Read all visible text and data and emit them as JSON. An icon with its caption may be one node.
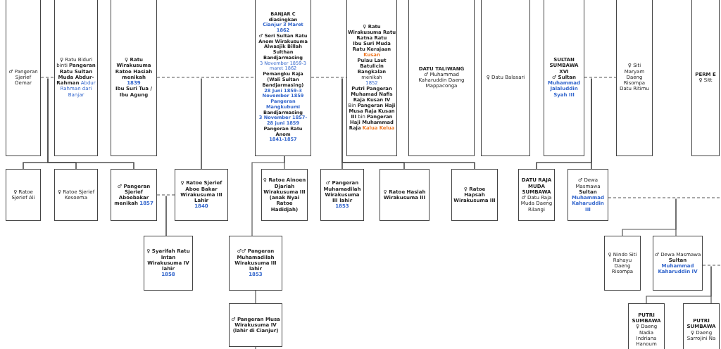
{
  "diagram": {
    "nodes": [
      {
        "text": [
          "♂ Pangeran Sjerief Oemar"
        ]
      },
      {
        "text": [
          "♀ Ratu Biduri binti",
          "Pangeran Ratu Sultan Muda Abdur-Rahman",
          "Abdur Rahman dari Banjar"
        ]
      },
      {
        "text": [
          "♀ Ratu Wirakusuma Ratoe Hasiah menikah",
          "1839",
          "Ibu Suri Tua / Ibu Agung"
        ]
      },
      {
        "text": [
          "BANJAR C diasingkan",
          "Cianjur 3 Maret 1862",
          "♂ Seri Sultan Ratu Anom Wirakusuma Alwasjik Billah Sulthan Bandjarmasing",
          "3 November 1859-3 maret 1862",
          "Pemangku Raja (Wali Sultan Bandjarmasing)",
          "28 Juni 1859-3 November 1859 Pangeran Mangkubumi",
          "Bandjarmasing",
          "3 November 1857-28 juni 1859",
          "Pangeran Ratu Anom",
          "1841-1857"
        ]
      },
      {
        "text": [
          "♀ Ratu Wirakusuma Ratu Ratna Ratu",
          "Ibu Suri Muda Ratu Kerajaan",
          "Kusan",
          "Pulau Laut Batulicin Bangkalan",
          "menikah",
          "1852",
          "Putri Pangeran Muhamad Nafis Raja Kusan IV",
          "Bin",
          "Pangeran Haji Musa Raja Kusan III",
          "bin",
          "Pangeran Haji Muhammad Raja",
          "Kalua Kelua"
        ]
      },
      {
        "text": [
          "DATU TALIWANG",
          "♂ Muhammad Kaharuddin Daeng Mappaconga"
        ]
      },
      {
        "text": [
          "♀ Datu Balasari"
        ]
      },
      {
        "text": [
          "SULTAN SUMBAWA XVI",
          "♂ Sultan",
          "Muhammad Jalaluddin Syah III"
        ]
      },
      {
        "text": [
          "♀ Siti Maryam Daeng Risompa Datu Ritimu"
        ]
      },
      {
        "text": [
          "PERM E",
          "♀ Sitt"
        ]
      },
      {
        "text": [
          "♀ Ratoe Sjerief Ali"
        ]
      },
      {
        "text": [
          "♀ Ratoe Sjerief Kesoema"
        ]
      },
      {
        "text": [
          "♂ Pangeran Sjerief Aboebakar menikah",
          "1857"
        ]
      },
      {
        "text": [
          "♀ Ratoe Sjerief Aboe Bakar Wirakusuma III Lahir",
          "1840"
        ]
      },
      {
        "text": [
          "♀ Ratoe Ainoen Djariah Wirakusuma III (anak Nyai Ratoe Hadidjah)"
        ]
      },
      {
        "text": [
          "♂ Pangeran Muhamadilah Wirakusuma III lahir",
          "1853"
        ]
      },
      {
        "text": [
          "♀ Ratoe Hasiah Wirakusuma III"
        ]
      },
      {
        "text": [
          "♀ Ratoe Hapsah Wirakusuma III"
        ]
      },
      {
        "text": [
          "DATU RAJA MUDA SUMBAWA",
          "♂ Datu Raja Muda Daeng Rilangi"
        ]
      },
      {
        "text": [
          "♂ Dewa Masmawa",
          "Sultan",
          "Muhammad Kaharuddin III"
        ]
      },
      {
        "text": [
          "♀ Syarifah Ratu Intan Wirakusuma IV lahir",
          "1858"
        ]
      },
      {
        "text": [
          "♂♂ Pangeran Muhamadilah Wirakusuma III lahir",
          "1853"
        ]
      },
      {
        "text": [
          "♀ Nindo Siti Rahayu Daeng Risompa"
        ]
      },
      {
        "text": [
          "♂ Dewa Masmawa",
          "Sultan",
          "Muhammad Kaharuddin IV"
        ]
      },
      {
        "text": [
          "♂ Pangeran Musa Wirakusuma IV (lahir di Cianjur)"
        ]
      },
      {
        "text": [
          "PUTRI SUMBAWA",
          "♀ Daeng Nadia Indriana Hanoum"
        ]
      },
      {
        "text": [
          "PUTRI SUMBAWA",
          "♀ Daeng Sarrojini Na"
        ]
      }
    ],
    "edges": [
      {
        "from": 0,
        "to": 1,
        "arrow": "none",
        "style": "dashed"
      },
      {
        "from": 0,
        "to": 10,
        "arrow": "none"
      },
      {
        "from": 1,
        "to": 10,
        "arrow": "none"
      },
      {
        "from": 0,
        "to": 11,
        "arrow": "none"
      },
      {
        "from": 1,
        "to": 11,
        "arrow": "none"
      },
      {
        "from": 0,
        "to": 12,
        "arrow": "none"
      },
      {
        "from": 1,
        "to": 12,
        "arrow": "none"
      },
      {
        "from": 2,
        "to": 3,
        "arrow": "none",
        "style": "dashed"
      },
      {
        "from": 2,
        "to": 13,
        "arrow": "none"
      },
      {
        "from": 3,
        "to": 13,
        "arrow": "none"
      },
      {
        "from": 3,
        "to": 4,
        "arrow": "none",
        "style": "dashed"
      },
      {
        "from": 3,
        "to": 14,
        "arrow": "none"
      },
      {
        "from": 3,
        "to": 21,
        "arrow": "none"
      },
      {
        "from": 3,
        "to": 15,
        "arrow": "none"
      },
      {
        "from": 4,
        "to": 15,
        "arrow": "none"
      },
      {
        "from": 3,
        "to": 16,
        "arrow": "none"
      },
      {
        "from": 4,
        "to": 16,
        "arrow": "none"
      },
      {
        "from": 3,
        "to": 17,
        "arrow": "none"
      },
      {
        "from": 4,
        "to": 17,
        "arrow": "none"
      },
      {
        "from": 12,
        "to": 13,
        "arrow": "none",
        "style": "dashed"
      },
      {
        "from": 12,
        "to": 20,
        "arrow": "none"
      },
      {
        "from": 13,
        "to": 20,
        "arrow": "none"
      },
      {
        "from": 7,
        "to": 8,
        "arrow": "none",
        "style": "dashed"
      },
      {
        "from": 7,
        "to": 18,
        "arrow": "none"
      },
      {
        "from": 8,
        "to": 18,
        "arrow": "none"
      },
      {
        "from": 7,
        "to": 19,
        "arrow": "none"
      },
      {
        "from": 8,
        "to": 19,
        "arrow": "none"
      },
      {
        "from": 19,
        "to": null,
        "arrow": "none",
        "style": "dashed"
      },
      {
        "from": 19,
        "to": 22,
        "arrow": "none"
      },
      {
        "from": 19,
        "to": 23,
        "arrow": "none"
      },
      {
        "from": 23,
        "to": null,
        "arrow": "none",
        "style": "dashed"
      },
      {
        "from": 23,
        "to": 25,
        "arrow": "none"
      },
      {
        "from": 23,
        "to": 26,
        "arrow": "none"
      },
      {
        "from": 21,
        "to": 24,
        "arrow": "none"
      },
      {
        "from": 24,
        "to": null,
        "arrow": "none"
      }
    ]
  }
}
